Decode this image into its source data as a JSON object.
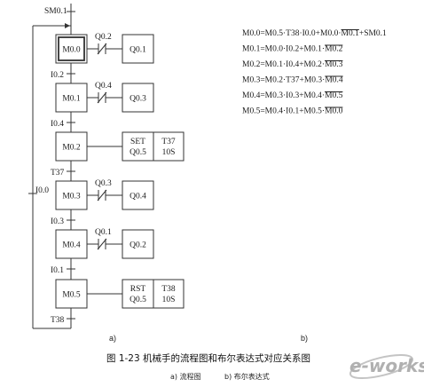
{
  "diagram": {
    "init": {
      "label": "SM0.1"
    },
    "steps": [
      {
        "id": "M0.0",
        "initial": true,
        "contact": "Q0.2",
        "output": "Q0.1",
        "transition": "I0.2"
      },
      {
        "id": "M0.1",
        "contact": "Q0.4",
        "output": "Q0.3",
        "transition": "I0.4"
      },
      {
        "id": "M0.2",
        "action_left": [
          "SET",
          "Q0.5"
        ],
        "action_right": [
          "T37",
          "10S"
        ],
        "transition": "T37"
      },
      {
        "id": "M0.3",
        "contact": "Q0.3",
        "output": "Q0.4",
        "transition": "I0.3"
      },
      {
        "id": "M0.4",
        "contact": "Q0.1",
        "output": "Q0.2",
        "transition": "I0.1"
      },
      {
        "id": "M0.5",
        "action_left": [
          "RST",
          "Q0.5"
        ],
        "action_right": [
          "T38",
          "10S"
        ],
        "transition": "T38"
      }
    ],
    "loop_transition": "I0.0"
  },
  "equations": [
    {
      "plain": "M0.0=M0.5·T38·I0.0+M0.0·",
      "overline": "M0.1",
      "tail": "+SM0.1"
    },
    {
      "plain": "M0.1=M0.0·I0.2+M0.1·",
      "overline": "M0.2",
      "tail": ""
    },
    {
      "plain": "M0.2=M0.1·I0.4+M0.2·",
      "overline": "M0.3",
      "tail": ""
    },
    {
      "plain": "M0.3=M0.2·T37+M0.3·",
      "overline": "M0.4",
      "tail": ""
    },
    {
      "plain": "M0.4=M0.3·I0.3+M0.4·",
      "overline": "M0.5",
      "tail": ""
    },
    {
      "plain": "M0.5=M0.4·I0.1+M0.5·",
      "overline": "M0.0",
      "tail": ""
    }
  ],
  "part_labels": {
    "a": "a)",
    "b": "b)"
  },
  "caption": {
    "title": "图 1-23   机械手的流程图和布尔表达式对应关系图",
    "sub_a": "a) 流程图",
    "sub_b": "b) 布尔表达式"
  },
  "watermark": {
    "text": "e-works"
  },
  "colors": {
    "line": "#333333",
    "watermark_gray": "#b8b8b8",
    "watermark_blue": "#5aa6d6"
  }
}
